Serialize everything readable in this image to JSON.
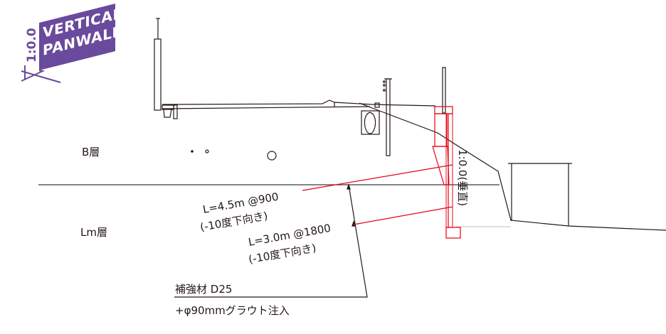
{
  "logo": {
    "ratio": "1:0.0",
    "line1": "VERTICAL",
    "line2": "PANWALL",
    "color": "#6a4a9c"
  },
  "layers": {
    "upper": "B層",
    "lower": "Lm層"
  },
  "anchors": [
    {
      "length": "L=4.5m @900",
      "angle": "(-10度下向き)"
    },
    {
      "length": "L=3.0m @1800",
      "angle": "(-10度下向き)"
    }
  ],
  "reinforcement": {
    "line1": "補強材 D25",
    "line2": "+φ90mmグラウト注入"
  },
  "wall_slope": "1:0.0(垂直)",
  "colors": {
    "structure": "#e60012",
    "line": "#231815"
  }
}
